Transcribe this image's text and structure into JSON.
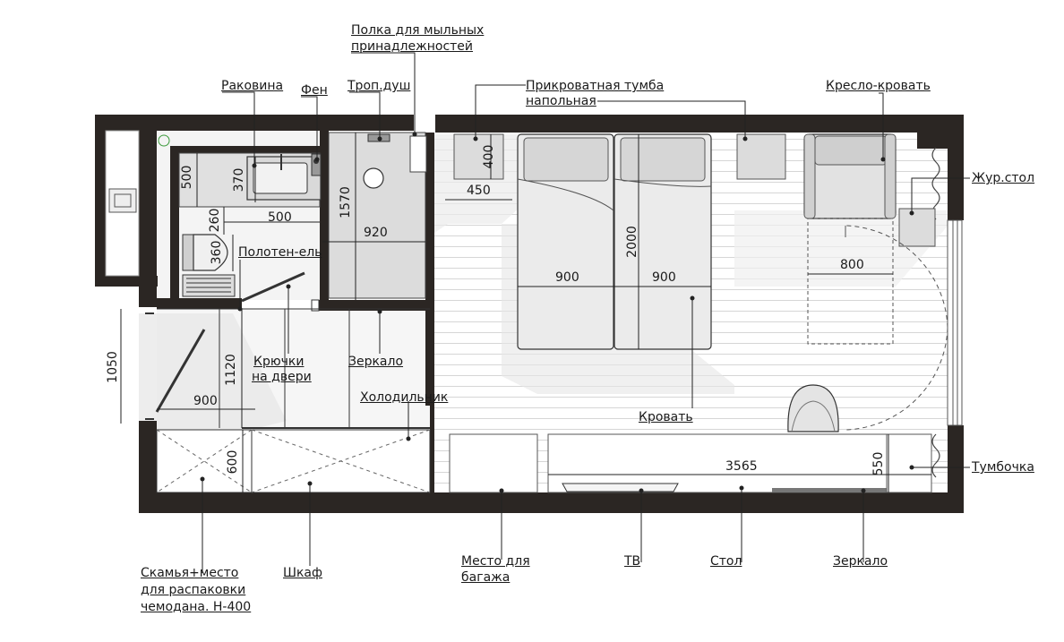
{
  "labels": {
    "shelf_line1": "Полка для мыльных",
    "shelf_line2": "принадлежностей",
    "sink": "Раковина",
    "dryer": "Фен",
    "shower": "Троп.душ",
    "nightstand_line1": "Прикроватная тумба",
    "nightstand_line2": "напольная",
    "armchair_bed": "Кресло-кровать",
    "coffee_table": "Жур.стол",
    "towel": "Полотен-ель",
    "hooks_line1": "Крючки",
    "hooks_line2": "на двери",
    "mirror_entry": "Зеркало",
    "fridge": "Холодильник",
    "bed": "Кровать",
    "cabinet": "Тумбочка",
    "bench_line1": "Скамья+место",
    "bench_line2": "для распаковки",
    "bench_line3": "чемодана. Н-400",
    "wardrobe": "Шкаф",
    "luggage_line1": "Место для",
    "luggage_line2": "багажа",
    "tv": "ТВ",
    "desk": "Стол",
    "mirror_room": "Зеркало"
  },
  "dimensions": {
    "d400": "400",
    "d450": "450",
    "d500_left": "500",
    "d370": "370",
    "d1570": "1570",
    "d260": "260",
    "d500_sink": "500",
    "d920": "920",
    "d360": "360",
    "d2000": "2000",
    "d900_bed_left": "900",
    "d900_bed_right": "900",
    "d800": "800",
    "d1050": "1050",
    "d1120": "1120",
    "d900_hall": "900",
    "d600": "600",
    "d3565": "3565",
    "d550": "550"
  }
}
